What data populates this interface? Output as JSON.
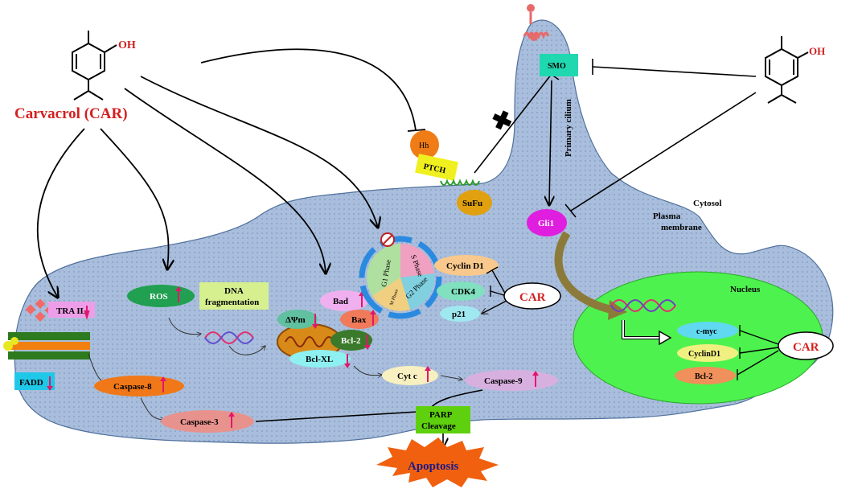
{
  "drug": {
    "name_left": "Carvacrol (CAR)",
    "oh_left": "OH",
    "oh_right": "OH"
  },
  "regions": {
    "primary_cilium": "Primary cilium",
    "cytosol": "Cytosol",
    "plasma_membrane_line1": "Plasma",
    "plasma_membrane_line2": "membrane",
    "nucleus": "Nucleus"
  },
  "hedgehog": {
    "hh": "Hh",
    "ptch": "PTCH",
    "smo": "SMO",
    "sufu": "SuFu",
    "gli1": "Gli1"
  },
  "extrinsic": {
    "trail": "TRA IL",
    "fadd": "FADD",
    "caspase8": "Caspase-8",
    "caspase3": "Caspase-3"
  },
  "ros": {
    "ros": "ROS",
    "dna_frag_line1": "DNA",
    "dna_frag_line2": "fragmentation"
  },
  "mito": {
    "bad": "Bad",
    "dpsi": "ΔΨm",
    "bax": "Bax",
    "bcl2": "Bcl-2",
    "bclxl": "Bcl-XL",
    "cytc": "Cyt c",
    "caspase9": "Caspase-9"
  },
  "cell_cycle": {
    "g1": "G1 Phase",
    "s": "S Phase",
    "g2": "G2 Phase",
    "m": "M Phase",
    "cyclin_d1": "Cyclin D1",
    "cdk4": "CDK4",
    "p21": "p21",
    "car": "CAR"
  },
  "nucleus_genes": {
    "cmyc": "c-myc",
    "cyclind1": "CyclinD1",
    "bcl2": "Bcl-2",
    "car": "CAR"
  },
  "outcome": {
    "parp_line1": "PARP",
    "parp_line2": "Cleavage",
    "apoptosis": "Apoptosis"
  },
  "colors": {
    "cell_fill": "#a9bedc",
    "nucleus_fill": "#4ef24e",
    "up_arrow": "#e0186a",
    "car_red": "#d42020"
  }
}
